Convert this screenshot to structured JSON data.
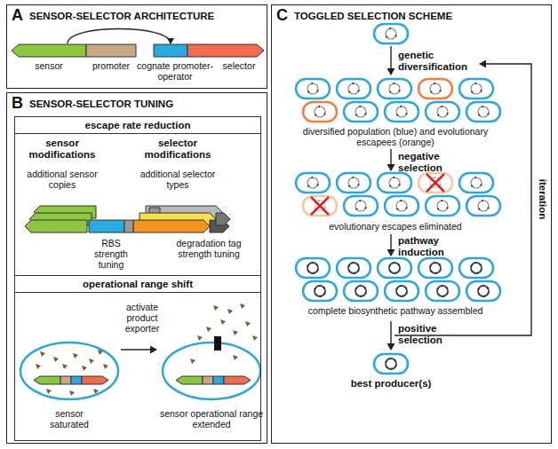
{
  "diagram": {
    "nodes": [
      {
        "text": [
          "A",
          "SENSOR-SELECTOR ARCHITECTURE"
        ]
      },
      {
        "text": [
          "sensor"
        ],
        "in": 0
      },
      {
        "text": [
          "promoter"
        ],
        "in": 0
      },
      {
        "text": [
          "cognate promoter-operator"
        ],
        "in": 0
      },
      {
        "text": [
          "selector"
        ],
        "in": 0
      },
      {
        "text": [
          "B",
          "SENSOR-SELECTOR TUNING"
        ]
      },
      {
        "text": [
          "escape rate reduction"
        ],
        "in": 5
      },
      {
        "text": [
          "operational range shift"
        ],
        "in": 5
      },
      {
        "text": [
          "C",
          "TOGGLED SELECTION SCHEME"
        ]
      }
    ],
    "edges": [
      {
        "from": 1,
        "to": 3,
        "arrow": "to"
      }
    ],
    "labels": [
      "sensor modifications",
      "additional sensor copies",
      "selector modifications",
      "additional selector types",
      "RBS strength tuning",
      "degradation tag strength tuning",
      "activate product exporter",
      "sensor saturated",
      "sensor operational range extended",
      "genetic diversification",
      "diversified population (blue) and evolutionary escapees (orange)",
      "negative selection",
      "evolutionary escapes eliminated",
      "pathway induction",
      "complete biosynthetic pathway assembled",
      "positive selection",
      "best producer(s)",
      "iteration"
    ]
  }
}
